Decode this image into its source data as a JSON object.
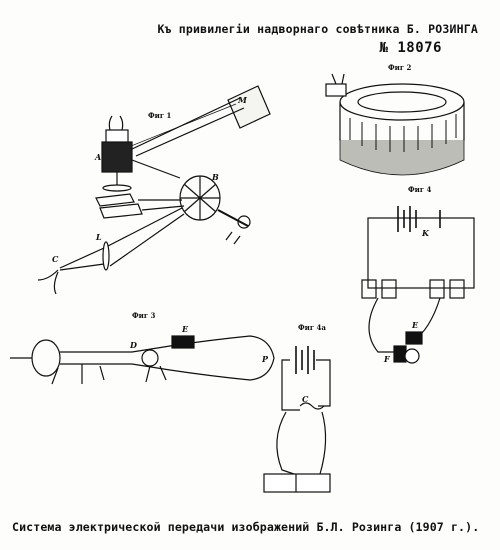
{
  "header": {
    "privilege_line": "Къ привилегіи надворнаго совѣтника Б. РОЗИНГА",
    "patent_number": "№ 18076"
  },
  "figures": {
    "fig1": "Фиг 1",
    "fig2": "Фиг 2",
    "fig3": "Фиг 3",
    "fig4": "Фиг 4",
    "fig4a": "Фиг 4а"
  },
  "letters": {
    "A": "A",
    "B": "B",
    "C": "C",
    "L": "L",
    "M": "M",
    "K": "K",
    "E": "E",
    "F": "F",
    "D": "D",
    "P": "P"
  },
  "caption": "Система электрической передачи изображений Б.Л. Розинга (1907 г.)."
}
